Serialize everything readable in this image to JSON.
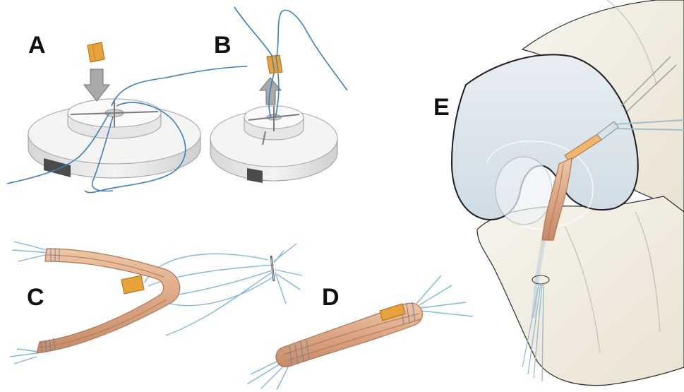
{
  "panels": [
    {
      "id": "A",
      "label": "A"
    },
    {
      "id": "B",
      "label": "B"
    },
    {
      "id": "C",
      "label": "C"
    },
    {
      "id": "D",
      "label": "D"
    },
    {
      "id": "E",
      "label": "E"
    }
  ],
  "colors": {
    "suture": "#3e7fb8",
    "suture_light": "#7fb8d8",
    "graft": "#e2b08c",
    "graft_dark": "#c48a66",
    "implant": "#e8a23c",
    "disc": "#f2f2f0",
    "disc_shadow": "#bdbdbd",
    "bone": "#f3f0e6",
    "cartilage": "#dfe7ee",
    "arrow": "#a9a9a9"
  }
}
